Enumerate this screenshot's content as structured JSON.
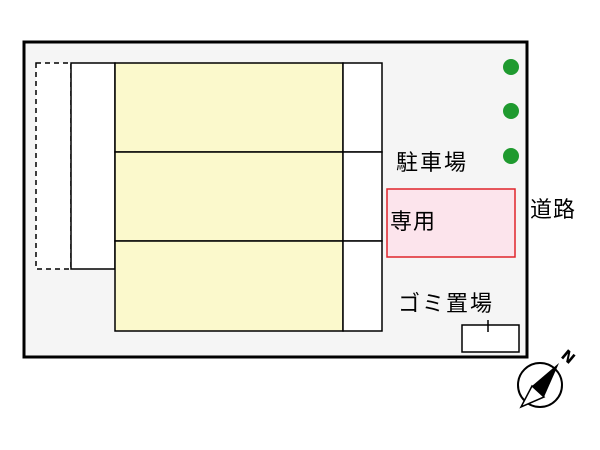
{
  "site_plan": {
    "parking_label": "駐車場",
    "reserved_label": "専用",
    "road_label": "道路",
    "garbage_area_label": "ゴミ置場",
    "compass_label": "N",
    "colors": {
      "lot_fill": "#f5f5f5",
      "building_fill": "#fbf9cc",
      "reserved_fill": "#fce4ec",
      "reserved_border": "#e0252b",
      "tree": "#1f9a2f",
      "outline": "#000000"
    }
  }
}
